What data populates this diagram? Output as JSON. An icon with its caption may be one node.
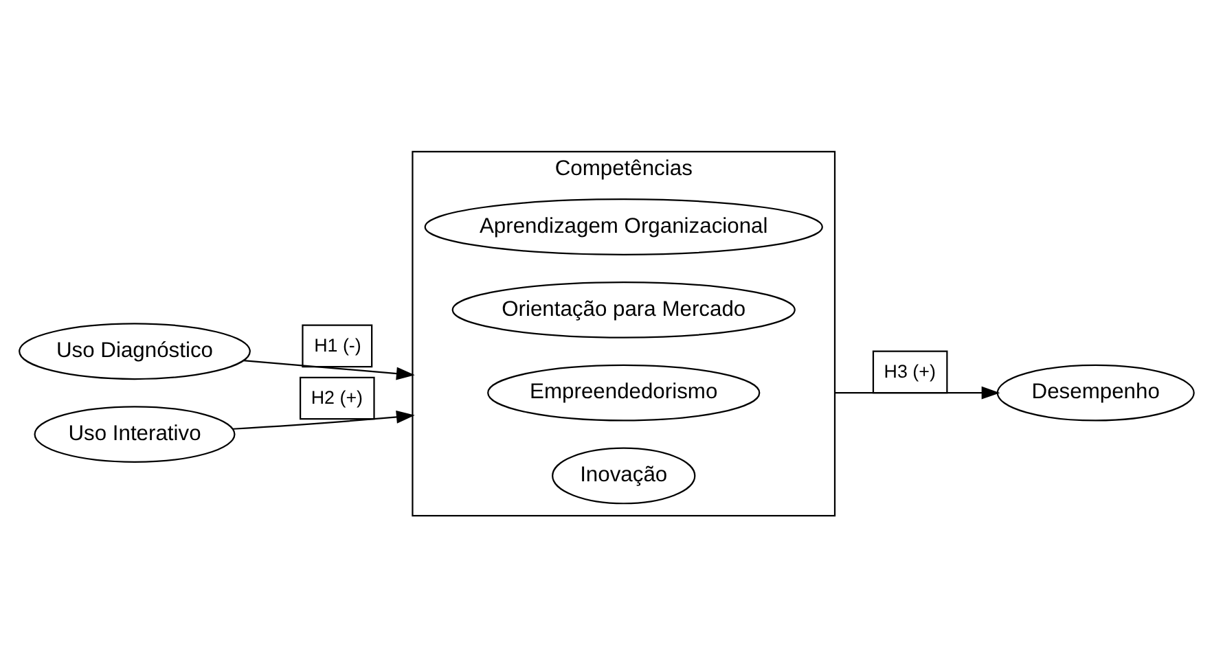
{
  "diagram": {
    "nodes": [
      {
        "text": [
          "Uso Diagnóstico"
        ]
      },
      {
        "text": [
          "Uso Interativo"
        ]
      },
      {
        "text": [
          "Competências"
        ]
      },
      {
        "text": [
          "Aprendizagem Organizacional"
        ],
        "in": 2
      },
      {
        "text": [
          "Orientação para Mercado"
        ],
        "in": 2
      },
      {
        "text": [
          "Empreendedorismo"
        ],
        "in": 2
      },
      {
        "text": [
          "Inovação"
        ],
        "in": 2
      },
      {
        "text": [
          "Desempenho"
        ]
      }
    ],
    "edges": [
      {
        "from": 0,
        "to": 2,
        "arrow": "to",
        "label": "H1 (-)"
      },
      {
        "from": 1,
        "to": 2,
        "arrow": "to",
        "label": "H2 (+)"
      },
      {
        "from": 2,
        "to": 7,
        "arrow": "to",
        "label": "H3 (+)"
      }
    ]
  }
}
